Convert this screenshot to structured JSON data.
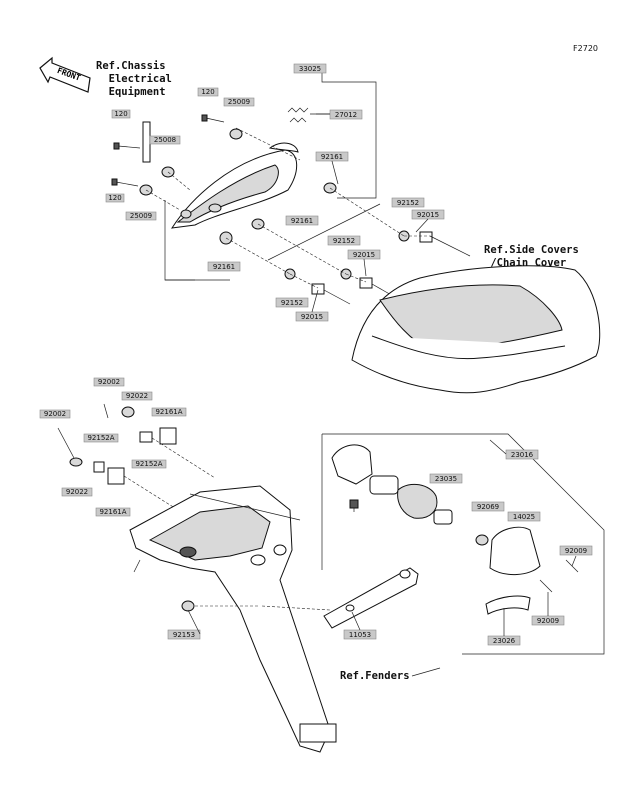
{
  "figure_code": "F2720",
  "front_label": "FRONT",
  "refs": {
    "chassis_electrical": "Ref.Chassis\n  Electrical\n  Equipment",
    "side_covers": "Ref.Side Covers\n /Chain Cover",
    "fenders": "Ref.Fenders"
  },
  "part_numbers": {
    "p33025": "33025",
    "p120_a": "120",
    "p25009_a": "25009",
    "p27012": "27012",
    "p120_b": "120",
    "p25008": "25008",
    "p92161_top": "92161",
    "p120_c": "120",
    "p25009_b": "25009",
    "p92152_a": "92152",
    "p92015_a": "92015",
    "p92161_mid": "92161",
    "p92152_b": "92152",
    "p92015_b": "92015",
    "p92161_low": "92161",
    "p92152_c": "92152",
    "p92015_c": "92015",
    "p92002_a": "92002",
    "p92022_a": "92022",
    "p92161a_a": "92161A",
    "p92002_b": "92002",
    "p92152a_a": "92152A",
    "p92152a_b": "92152A",
    "p92022_b": "92022",
    "p92161a_b": "92161A",
    "p92153": "92153",
    "p23016": "23016",
    "p23035": "23035",
    "p92069": "92069",
    "p14025": "14025",
    "p92009": "92009",
    "p92009_b": "92009",
    "p23026": "23026",
    "p11053": "11053"
  }
}
